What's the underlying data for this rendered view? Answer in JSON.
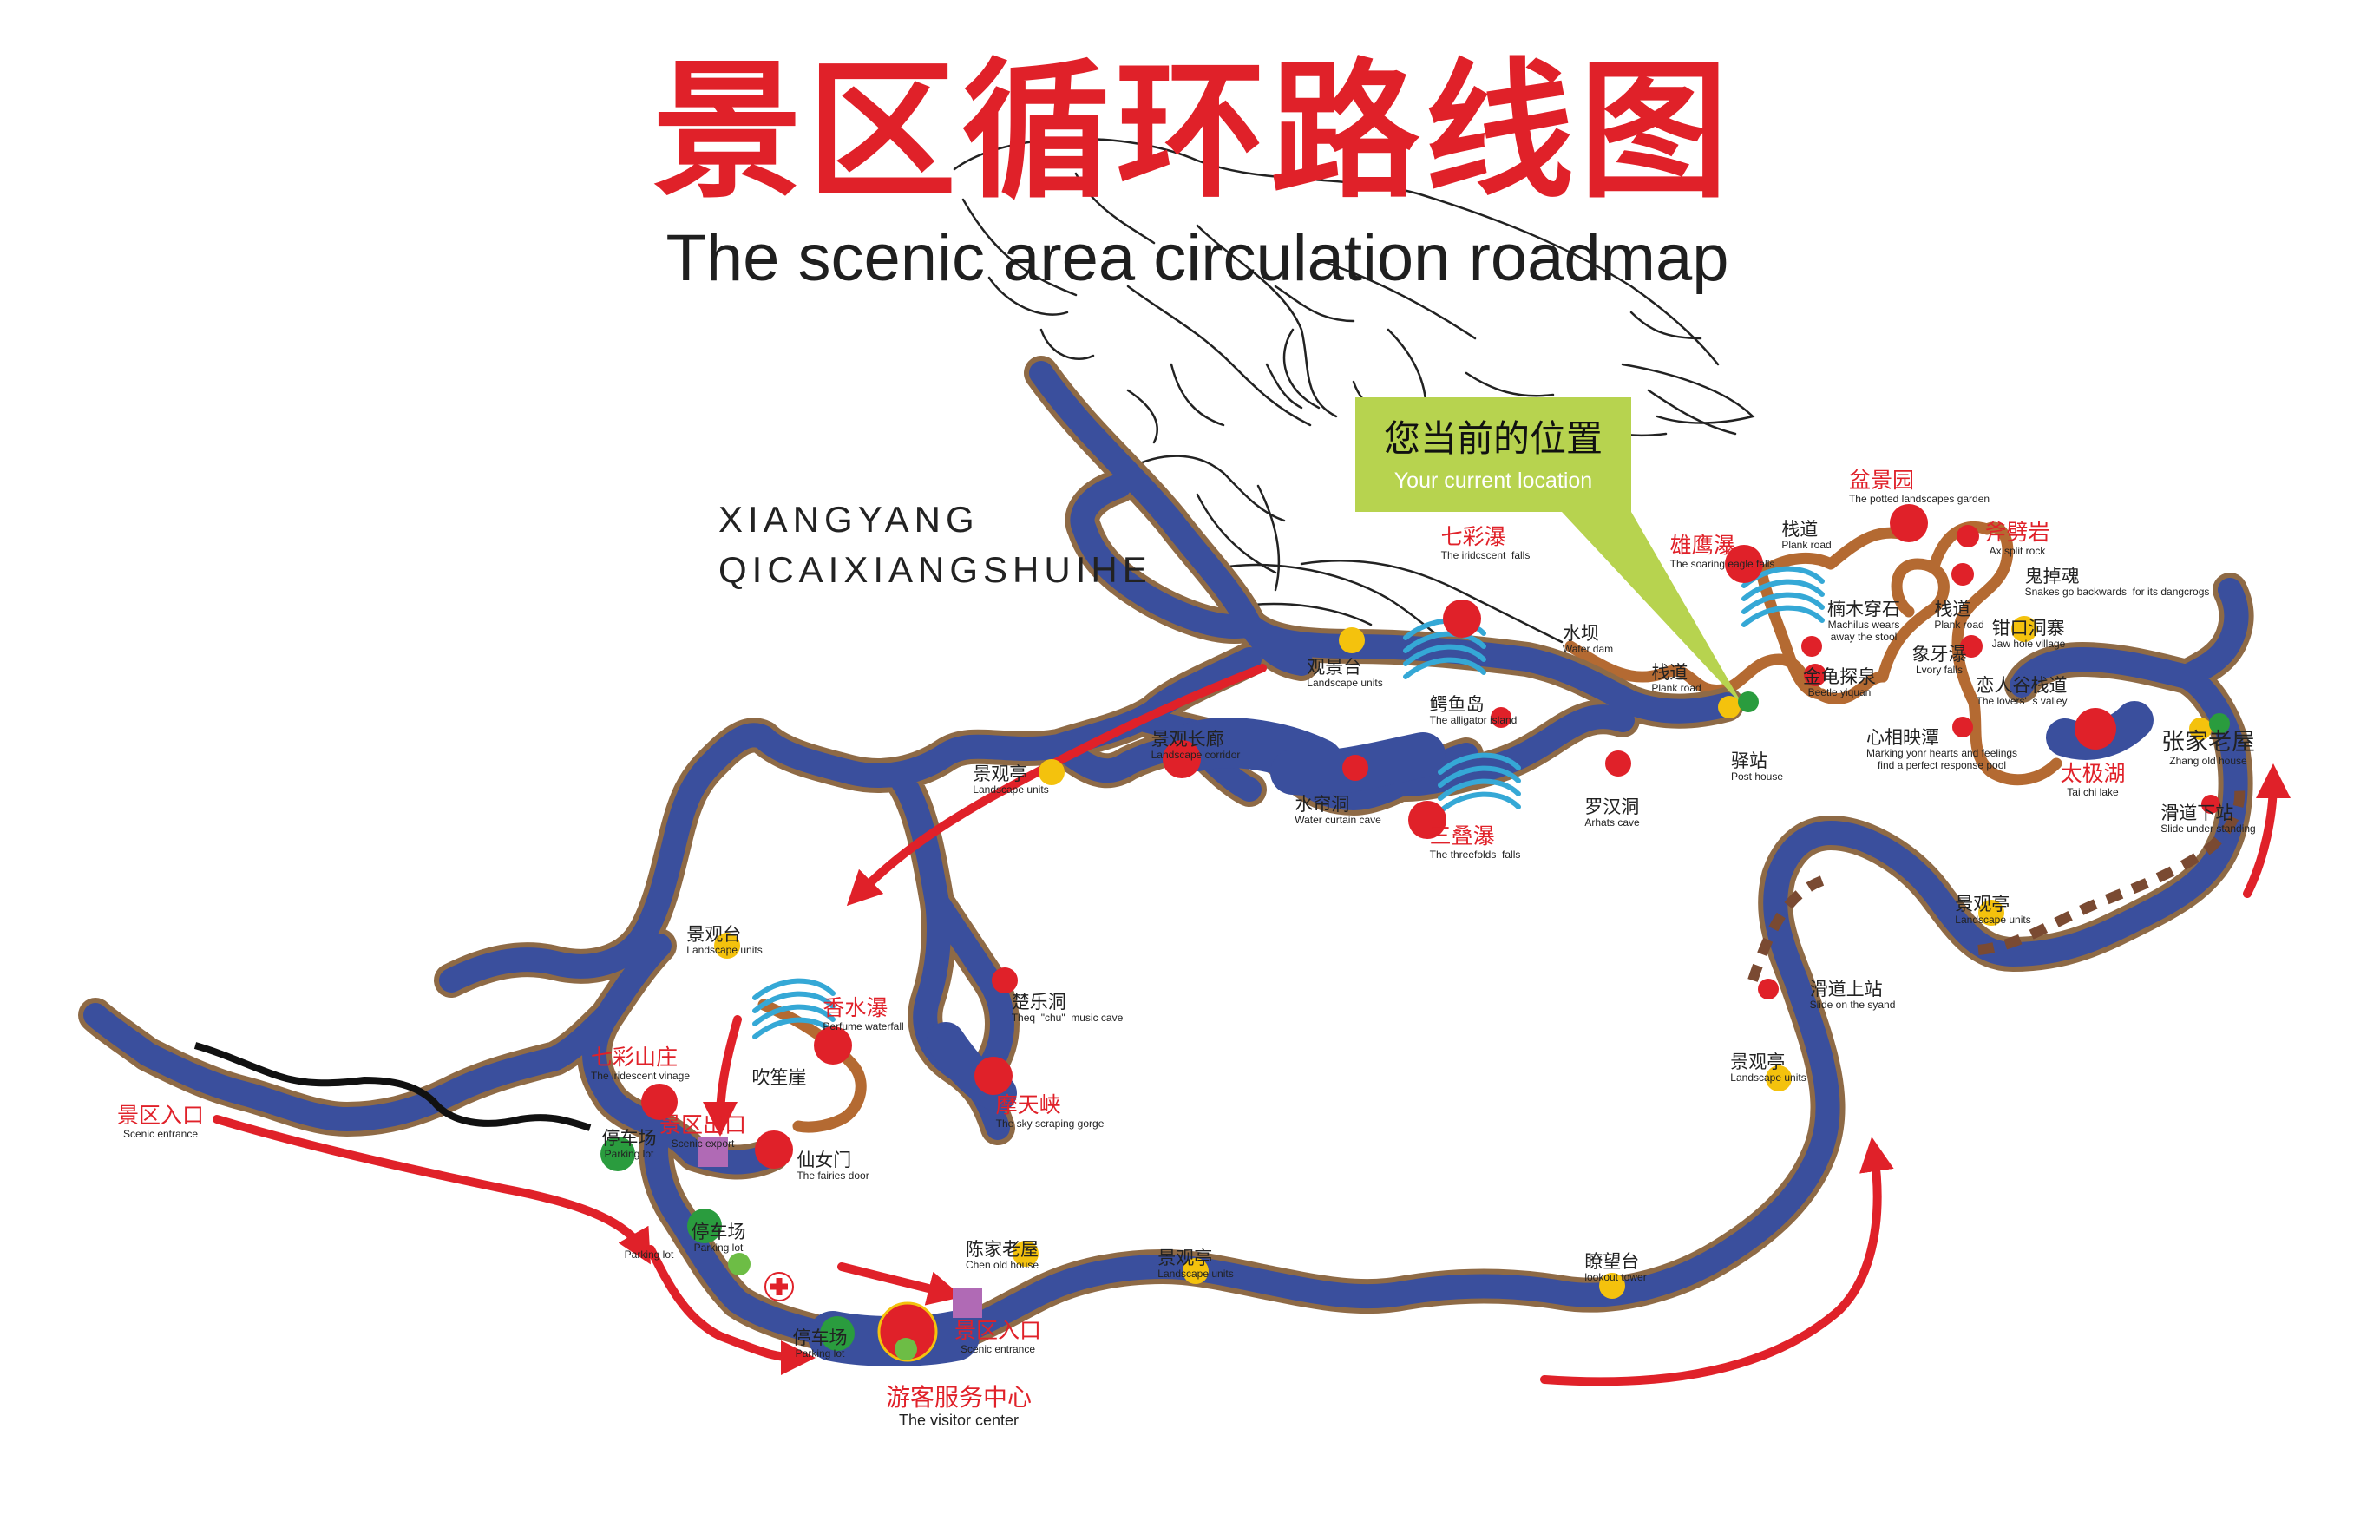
{
  "title": {
    "cn": "景区循环路线图",
    "en": "The scenic area circulation roadmap"
  },
  "river": {
    "line1": "XIANGYANG",
    "line2": "QICAIXIANGSHUIHE"
  },
  "current_location": {
    "cn": "您当前的位置",
    "en": "Your current location"
  },
  "colors": {
    "road": "#3a4f9d",
    "road_edge": "#8e6a46",
    "route_arrow": "#e02129",
    "spot_red": "#e02129",
    "spot_yellow": "#f4c20d",
    "parking_green": "#2a9c3e",
    "gate": "#b06ab5",
    "waterfall_icon": "#35a8d6",
    "plank_road": "#b46a32",
    "slide": "#7a4a32",
    "highlight": "#b7d34f"
  },
  "places": [
    {
      "id": "scenic-entrance-west",
      "cn": "景区入口",
      "en": "Scenic entrance",
      "kind": "label"
    },
    {
      "id": "iridescent-village",
      "cn": "七彩山庄",
      "en": "The iridescent vinage",
      "kind": "red"
    },
    {
      "id": "scenic-export",
      "cn": "景区出口",
      "en": "Scenic export",
      "kind": "gate"
    },
    {
      "id": "parking-lot-1",
      "cn": "停车场",
      "en": "Parking lot",
      "kind": "parking"
    },
    {
      "id": "parking-lot-2",
      "cn": "停车场",
      "en": "Parking lot",
      "kind": "parking"
    },
    {
      "id": "parking-lot-3",
      "cn": "",
      "en": "Parking lot",
      "kind": "parking"
    },
    {
      "id": "parking-lot-4",
      "cn": "停车场",
      "en": "Parking lot",
      "kind": "parking"
    },
    {
      "id": "fairies-door",
      "cn": "仙女门",
      "en": "The fairies door",
      "kind": "red"
    },
    {
      "id": "chuisheng-cliff",
      "cn": "吹笙崖",
      "en": "",
      "kind": "text"
    },
    {
      "id": "landscape-units-1",
      "cn": "景观台",
      "en": "Landscape units",
      "kind": "yellow"
    },
    {
      "id": "perfume-waterfall",
      "cn": "香水瀑",
      "en": "Perfume waterfall",
      "kind": "red"
    },
    {
      "id": "chu-music-cave",
      "cn": "楚乐洞",
      "en": "Theq  \"chu\"  music cave",
      "kind": "red"
    },
    {
      "id": "sky-scraping-gorge",
      "cn": "摩天峡",
      "en": "The sky scraping gorge",
      "kind": "red"
    },
    {
      "id": "landscape-units-2",
      "cn": "景观亭",
      "en": "Landscape units",
      "kind": "yellow"
    },
    {
      "id": "landscape-corridor",
      "cn": "景观长廊",
      "en": "Landscape corridor",
      "kind": "red"
    },
    {
      "id": "alligator-island",
      "cn": "鳄鱼岛",
      "en": "The alligator island",
      "kind": "red"
    },
    {
      "id": "water-curtain-cave",
      "cn": "水帘洞",
      "en": "Water curtain cave",
      "kind": "red"
    },
    {
      "id": "threefolds-falls",
      "cn": "三叠瀑",
      "en": "The threefolds  falls",
      "kind": "red"
    },
    {
      "id": "arhats-cave",
      "cn": "罗汉洞",
      "en": "Arhats cave",
      "kind": "red"
    },
    {
      "id": "landscape-units-3",
      "cn": "观景台",
      "en": "Landscape units",
      "kind": "yellow"
    },
    {
      "id": "iridescent-falls",
      "cn": "七彩瀑",
      "en": "The iridcscent  falls",
      "kind": "red"
    },
    {
      "id": "water-dam",
      "cn": "水坝",
      "en": "Water dam",
      "kind": "text"
    },
    {
      "id": "plank-road-1",
      "cn": "栈道",
      "en": "Plank road",
      "kind": "text"
    },
    {
      "id": "post-house",
      "cn": "驿站",
      "en": "Post house",
      "kind": "yellow"
    },
    {
      "id": "soaring-eagle-falls",
      "cn": "雄鹰瀑",
      "en": "The soaring eagle falls",
      "kind": "red"
    },
    {
      "id": "plank-road-2",
      "cn": "栈道",
      "en": "Plank road",
      "kind": "text"
    },
    {
      "id": "machilus-stool",
      "cn": "楠木穿石",
      "en": "Machilus wears\naway the stool",
      "kind": "red"
    },
    {
      "id": "beetle-yiquan",
      "cn": "金龟探泉",
      "en": "Beetle yiquan",
      "kind": "red"
    },
    {
      "id": "potted-landscapes-garden",
      "cn": "盆景园",
      "en": "The potted landscapes garden",
      "kind": "red"
    },
    {
      "id": "ax-split-rock",
      "cn": "斧劈岩",
      "en": "Ax split rock",
      "kind": "red"
    },
    {
      "id": "snakes-go-backwards",
      "cn": "鬼掉魂",
      "en": "Snakes go backwards  for its dangcrogs",
      "kind": "red"
    },
    {
      "id": "plank-road-3",
      "cn": "栈道",
      "en": "Plank road",
      "kind": "text"
    },
    {
      "id": "jaw-hole-village",
      "cn": "钳口洞寨",
      "en": "Jaw hole village",
      "kind": "yellow"
    },
    {
      "id": "ivory-falls",
      "cn": "象牙瀑",
      "en": "Lvory falls",
      "kind": "red"
    },
    {
      "id": "lovers-valley",
      "cn": "恋人谷栈道",
      "en": "The lovers'  s valley",
      "kind": "text"
    },
    {
      "id": "heart-pool",
      "cn": "心相映潭",
      "en": "Marking yonr hearts and feelings\nfind a perfect response pool",
      "kind": "red"
    },
    {
      "id": "taichi-lake",
      "cn": "太极湖",
      "en": "Tai chi lake",
      "kind": "red"
    },
    {
      "id": "zhang-old-house",
      "cn": "张家老屋",
      "en": "Zhang old house",
      "kind": "yellow"
    },
    {
      "id": "slide-under-standing",
      "cn": "滑道下站",
      "en": "Slide under standing",
      "kind": "red"
    },
    {
      "id": "landscape-units-4",
      "cn": "景观亭",
      "en": "Landscape units",
      "kind": "yellow"
    },
    {
      "id": "slide-on-the-syand",
      "cn": "滑道上站",
      "en": "Slide on the syand",
      "kind": "red"
    },
    {
      "id": "landscape-units-5",
      "cn": "景观亭",
      "en": "Landscape units",
      "kind": "yellow"
    },
    {
      "id": "lookout-tower",
      "cn": "瞭望台",
      "en": "lookout tower",
      "kind": "yellow"
    },
    {
      "id": "landscape-units-6",
      "cn": "景观亭",
      "en": "Landscape units",
      "kind": "yellow"
    },
    {
      "id": "chen-old-house",
      "cn": "陈家老屋",
      "en": "Chen old house",
      "kind": "yellow"
    },
    {
      "id": "scenic-entrance-main",
      "cn": "景区入口",
      "en": "Scenic entrance",
      "kind": "gate"
    },
    {
      "id": "visitor-center",
      "cn": "游客服务中心",
      "en": "The visitor center",
      "kind": "red"
    }
  ]
}
